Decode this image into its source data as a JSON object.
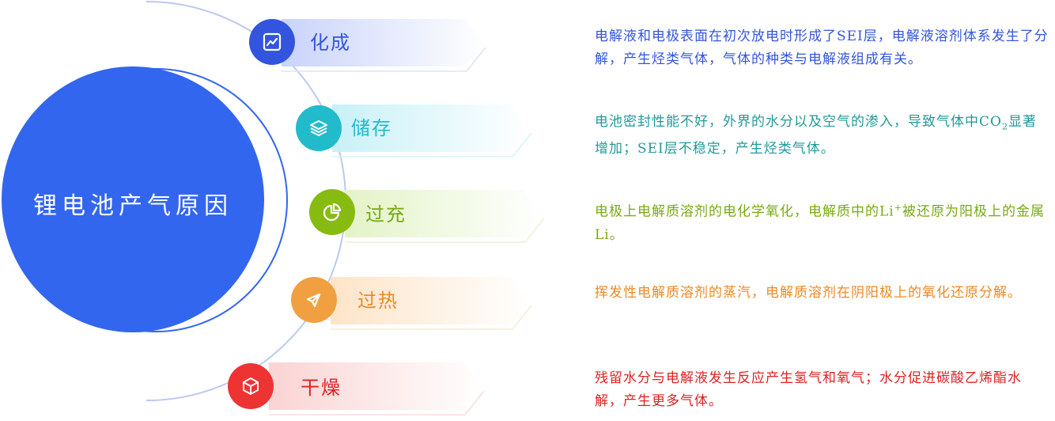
{
  "center_title": "锂电池产气原因",
  "items": [
    {
      "label": "化成",
      "icon": "chart-icon",
      "color": "#3355dd",
      "desc": "电解液和电极表面在初次放电时形成了SEI层，电解液溶剂体系发生了分解，产生烃类气体，气体的种类与电解液组成有关。"
    },
    {
      "label": "储存",
      "icon": "layers-icon",
      "color": "#22bbcc",
      "desc_before": "电池密封性能不好，外界的水分以及空气的渗入，导致气体中CO",
      "desc_sub": "2",
      "desc_after": "显著增加；SEI层不稳定，产生烃类气体。"
    },
    {
      "label": "过充",
      "icon": "pie-chart-icon",
      "color": "#77aa11",
      "desc_before": "电极上电解质溶剂的电化学氧化，电解质中的Li",
      "desc_sup": "+",
      "desc_after": "被还原为阳极上的金属Li。"
    },
    {
      "label": "过热",
      "icon": "send-icon",
      "color": "#ee8822",
      "desc": "挥发性电解质溶剂的蒸汽，电解质溶剂在阴阳极上的氧化还原分解。"
    },
    {
      "label": "干燥",
      "icon": "cube-icon",
      "color": "#dd2222",
      "desc": "残留水分与电解液发生反应产生氢气和氧气；水分促进碳酸乙烯酯水解，产生更多气体。"
    }
  ]
}
